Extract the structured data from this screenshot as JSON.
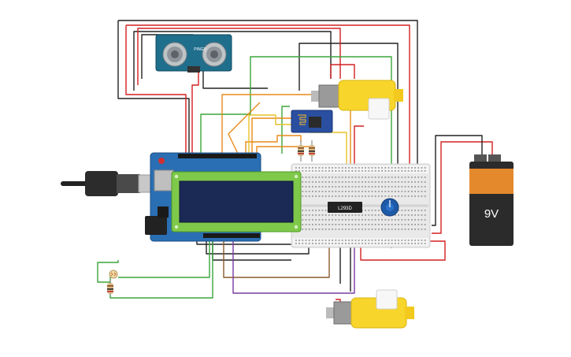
{
  "components": {
    "ultrasonic": {
      "model": "PING))",
      "icon": "ultrasonic-sensor-icon"
    },
    "driver_chip": {
      "label": "L293D"
    },
    "battery": {
      "label": "9V",
      "icon": "battery-icon"
    },
    "lcd": {
      "icon": "lcd-display-icon"
    },
    "arduino": {
      "icon": "microcontroller-board-icon"
    },
    "motor_top": {
      "icon": "dc-motor-icon"
    },
    "motor_bottom": {
      "icon": "dc-motor-icon"
    },
    "wifi_module": {
      "icon": "wifi-module-icon"
    },
    "potentiometer": {
      "icon": "potentiometer-icon"
    },
    "photoresistor": {
      "icon": "photoresistor-icon"
    }
  },
  "colors": {
    "board_blue": "#2a6fb3",
    "lcd_green": "#7fc94a",
    "lcd_screen": "#1b2a55",
    "motor_yellow": "#f7d52a",
    "sensor_teal": "#1f6e8c",
    "breadboard": "#e9e9e9",
    "battery_orange": "#e48a2d",
    "wire_red": "#d42020",
    "wire_black": "#222222",
    "wire_green": "#3aa53a",
    "wire_orange": "#e88a17",
    "wire_brown": "#8a5a2b",
    "wire_purple": "#7a3aa0",
    "wire_yellow": "#e6c229"
  }
}
